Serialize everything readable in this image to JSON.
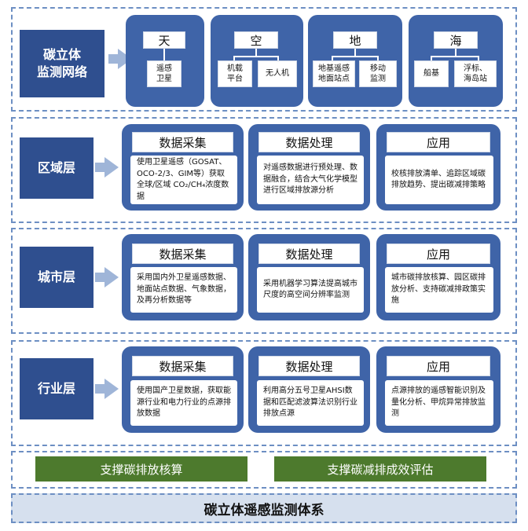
{
  "network": {
    "label": "碳立体\n监测网络",
    "groups": [
      {
        "title": "天",
        "items": [
          "遥感\n卫星"
        ]
      },
      {
        "title": "空",
        "items": [
          "机载\n平台",
          "无人机"
        ]
      },
      {
        "title": "地",
        "items": [
          "地基遥感\n地面站点",
          "移动\n监测"
        ]
      },
      {
        "title": "海",
        "items": [
          "船基",
          "浮标、\n海岛站"
        ]
      }
    ]
  },
  "layers": [
    {
      "label": "区域层",
      "columns": [
        {
          "header": "数据采集",
          "text": "使用卫星遥感（GOSAT、OCO-2/3、GIM等）获取全球/区域 CO₂/CH₄浓度数据"
        },
        {
          "header": "数据处理",
          "text": "对遥感数据进行预处理、数据融合，结合大气化学模型进行区域排放源分析"
        },
        {
          "header": "应用",
          "text": "校核排放清单、追踪区域碳排放趋势、提出碳减排策略"
        }
      ]
    },
    {
      "label": "城市层",
      "columns": [
        {
          "header": "数据采集",
          "text": "采用国内外卫星遥感数据、地面站点数据、气象数据，及再分析数据等"
        },
        {
          "header": "数据处理",
          "text": "采用机器学习算法提高城市尺度的高空间分辨率监测"
        },
        {
          "header": "应用",
          "text": "城市碳排放核算、园区碳排放分析、支持碳减排政策实施"
        }
      ]
    },
    {
      "label": "行业层",
      "columns": [
        {
          "header": "数据采集",
          "text": "使用国产卫星数据，获取能源行业和电力行业的点源排放数据"
        },
        {
          "header": "数据处理",
          "text": "利用高分五号卫星AHSI数据和匹配滤波算法识别行业排放点源"
        },
        {
          "header": "应用",
          "text": "点源排放的遥感智能识别及量化分析、甲烷异常排放监测"
        }
      ]
    }
  ],
  "support": [
    "支撑碳排放核算",
    "支撑碳减排成效评估"
  ],
  "footer": "碳立体遥感监测体系"
}
